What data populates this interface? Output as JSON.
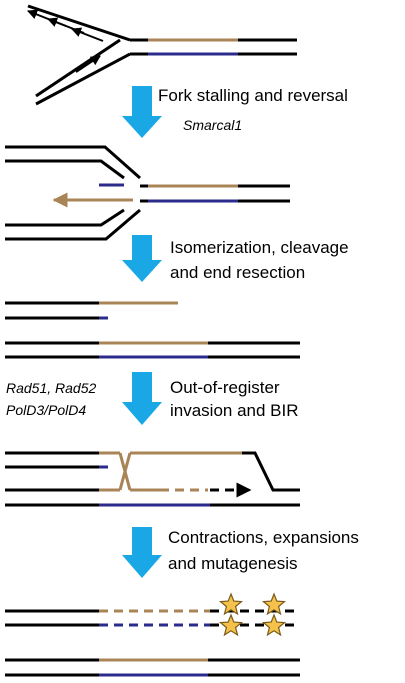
{
  "steps": [
    {
      "label": "Fork stalling and reversal",
      "factor": "Smarcal1"
    },
    {
      "label_lines": [
        "Isomerization, cleavage",
        "and end resection"
      ]
    },
    {
      "label_lines": [
        "Out-of-register",
        "invasion and BIR"
      ],
      "factor_lines": [
        "Rad51, Rad52",
        "PolD3/PolD4"
      ]
    },
    {
      "label_lines": [
        "Contractions, expansions",
        "and mutagenesis"
      ]
    }
  ],
  "colors": {
    "strand": "#000000",
    "repeat_top": "#a88456",
    "repeat_bottom": "#2b2b8c",
    "arrow": "#1aa7e6",
    "star_fill": "#f4c24a",
    "star_stroke": "#7a5a1a"
  },
  "icons": {
    "step_arrow": "down-arrow-icon",
    "mutation_marker": "star-icon"
  }
}
